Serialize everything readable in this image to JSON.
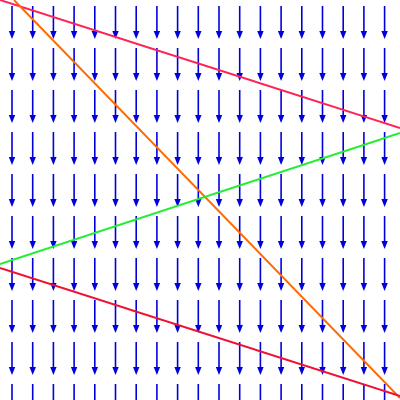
{
  "diagram": {
    "type": "slope-field",
    "field": {
      "direction": "down",
      "color": "#0000dd",
      "columns": 19,
      "rows": 10
    },
    "lines": [
      {
        "name": "red-line-top",
        "color": "#ff2255"
      },
      {
        "name": "orange-line",
        "color": "#ff6a00"
      },
      {
        "name": "green-line",
        "color": "#22ee33"
      },
      {
        "name": "red-line-bottom",
        "color": "#ee1133"
      }
    ]
  }
}
